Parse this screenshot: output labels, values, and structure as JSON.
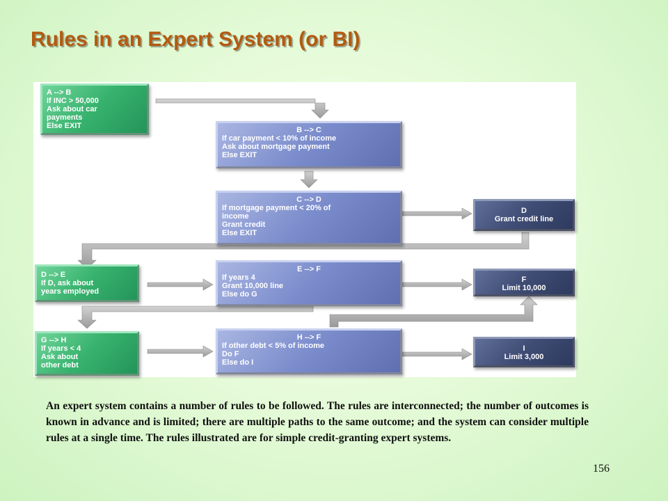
{
  "title": "Rules in an Expert System (or BI)",
  "diagram": {
    "boxes": {
      "rule_ab": [
        "A --> B",
        "If INC > 50,000",
        "Ask about car",
        "payments",
        "Else EXIT"
      ],
      "rule_bc": [
        "B --> C",
        "If car payment < 10% of income",
        "Ask about mortgage payment",
        "Else EXIT"
      ],
      "rule_cd": [
        "C --> D",
        "If mortgage payment < 20% of",
        "income",
        "Grant credit",
        "Else EXIT"
      ],
      "outcome_d": [
        "D",
        "Grant credit line"
      ],
      "rule_de": [
        "D --> E",
        "If D, ask about",
        "years employed"
      ],
      "rule_ef": [
        "E --> F",
        "If years   4",
        "Grant 10,000 line",
        "Else do G"
      ],
      "outcome_f": [
        "F",
        "Limit 10,000"
      ],
      "rule_gh": [
        "G --> H",
        "If years < 4",
        "Ask about",
        "other debt"
      ],
      "rule_hf": [
        "H --> F",
        "If other debt < 5% of income",
        "Do F",
        "Else do I"
      ],
      "outcome_i": [
        "I",
        "Limit 3,000"
      ]
    },
    "colors": {
      "rule_green": "#37b26d",
      "rule_blue": "#7b8ccc",
      "outcome_slate": "#3f4c74",
      "arrow": "#b8b8b8"
    }
  },
  "caption": "An expert system contains a number of rules to be followed. The rules are interconnected; the number of outcomes is known in advance and is limited; there are multiple paths to the same outcome; and the system can consider multiple rules at a single time. The rules illustrated are for simple credit-granting expert systems.",
  "page_number": "156"
}
